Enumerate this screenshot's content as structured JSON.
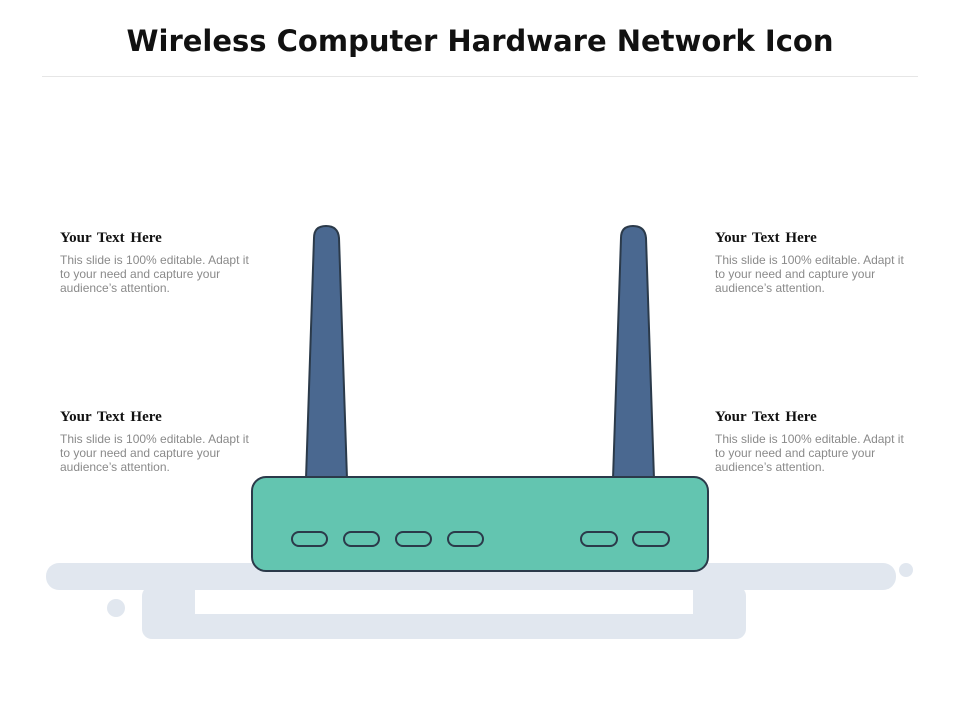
{
  "slide": {
    "title": "Wireless Computer Hardware Network Icon",
    "text_blocks": [
      {
        "heading": "Your  Text Here",
        "body": "This slide is 100% editable. Adapt it to your need and capture your audience’s attention."
      },
      {
        "heading": "Your  Text Here",
        "body": "This slide is 100% editable. Adapt it to your need and capture your audience’s attention."
      },
      {
        "heading": "Your  Text Here",
        "body": "This slide is 100% editable. Adapt it to your need and capture your audience’s attention."
      },
      {
        "heading": "Your  Text Here",
        "body": "This slide is 100% editable. Adapt it to your need and capture your audience’s attention."
      }
    ],
    "colors": {
      "antenna": "#4a6890",
      "router_body": "#63c5b0",
      "outline": "#2b3a4a",
      "shadow": "#e1e7ef"
    },
    "icon": "wireless-router-icon"
  }
}
